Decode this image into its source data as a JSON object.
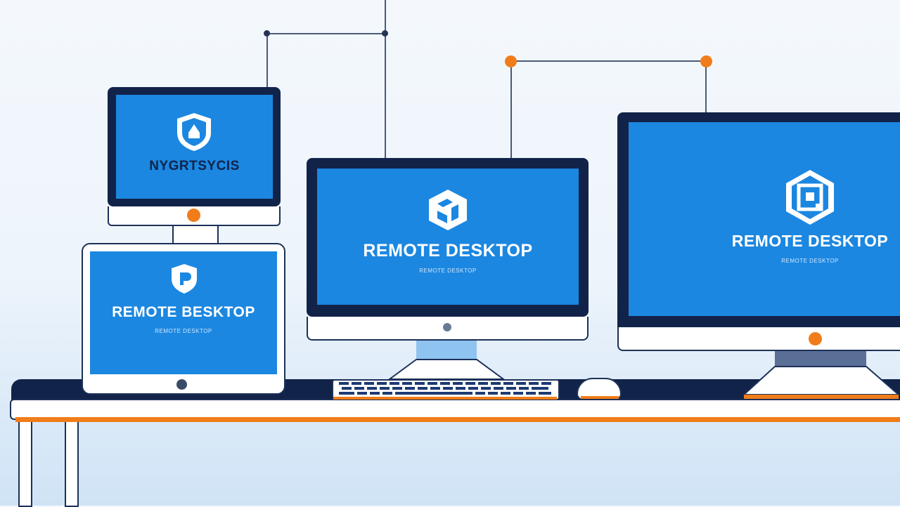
{
  "devices": {
    "top_left_monitor": {
      "title": "NYGRTSYCIS",
      "icon": "shield-icon"
    },
    "tablet": {
      "title": "REMOTE BESKTOP",
      "subtitle": "REMOTE DESKTOP",
      "icon": "shield-icon"
    },
    "center_monitor": {
      "title": "REMOTE DESKTOP",
      "subtitle": "REMOTE DESKTOP",
      "icon": "cube-icon"
    },
    "right_monitor": {
      "title": "REMOTE DESKTOP",
      "subtitle": "REMOTE DESKTOP",
      "icon": "hexagon-icon"
    }
  },
  "colors": {
    "screen_blue": "#1c87e0",
    "bezel_navy": "#12234a",
    "accent_orange": "#f07d1a",
    "desk_white": "#ffffff"
  }
}
